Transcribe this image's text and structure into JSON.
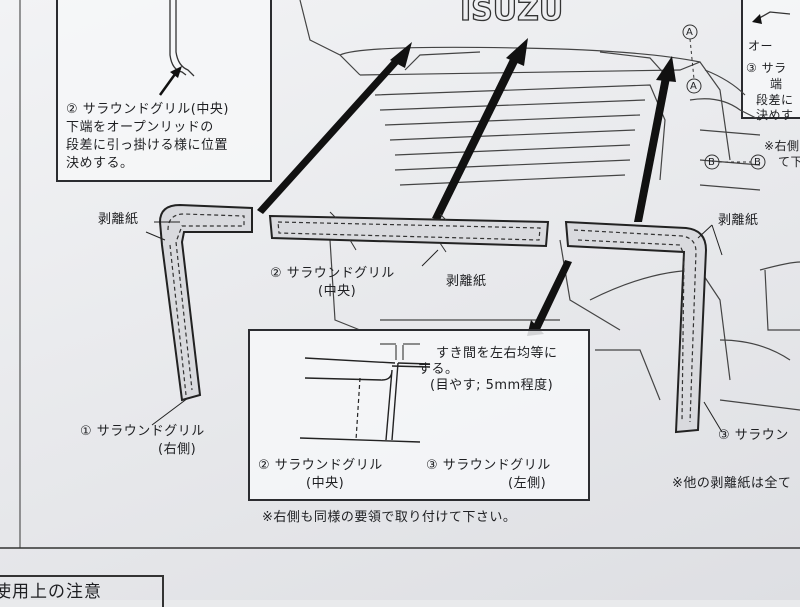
{
  "logo": "ISUZU",
  "marker_a": "A",
  "marker_b": "B",
  "callout_top_left": {
    "title": "② サラウンドグリル(中央)",
    "line2": "下端をオープンリッドの",
    "line3": "段差に引っ掛ける様に位置",
    "line4": "決めする。"
  },
  "callout_top_right": {
    "line1": "オー",
    "line2": "③ サラ",
    "line3": "端",
    "line4": "段差に",
    "line5": "決めす"
  },
  "note_right_partial": {
    "line1": "※右側",
    "line2": "て下"
  },
  "labels": {
    "release_paper_left": "剥離紙",
    "release_paper_center": "剥離紙",
    "release_paper_right": "剥離紙",
    "part2_name": "② サラウンドグリル",
    "part2_pos": "(中央)",
    "part1_name": "① サラウンドグリル",
    "part1_pos": "(右側)",
    "part3_name_partial": "③ サラウン"
  },
  "detail_box": {
    "gap_line1": "すき間を左右均等に",
    "gap_line2": "する。",
    "gap_line3": "(目やす; 5mm程度)",
    "left_name": "② サラウンドグリル",
    "left_pos": "(中央)",
    "right_name": "③ サラウンドグリル",
    "right_pos": "(左側)"
  },
  "note_bottom": "※右側も同様の要領で取り付けて下さい。",
  "note_other_release": "※他の剥離紙は全て",
  "section_heading_partial": "使用上の注意"
}
